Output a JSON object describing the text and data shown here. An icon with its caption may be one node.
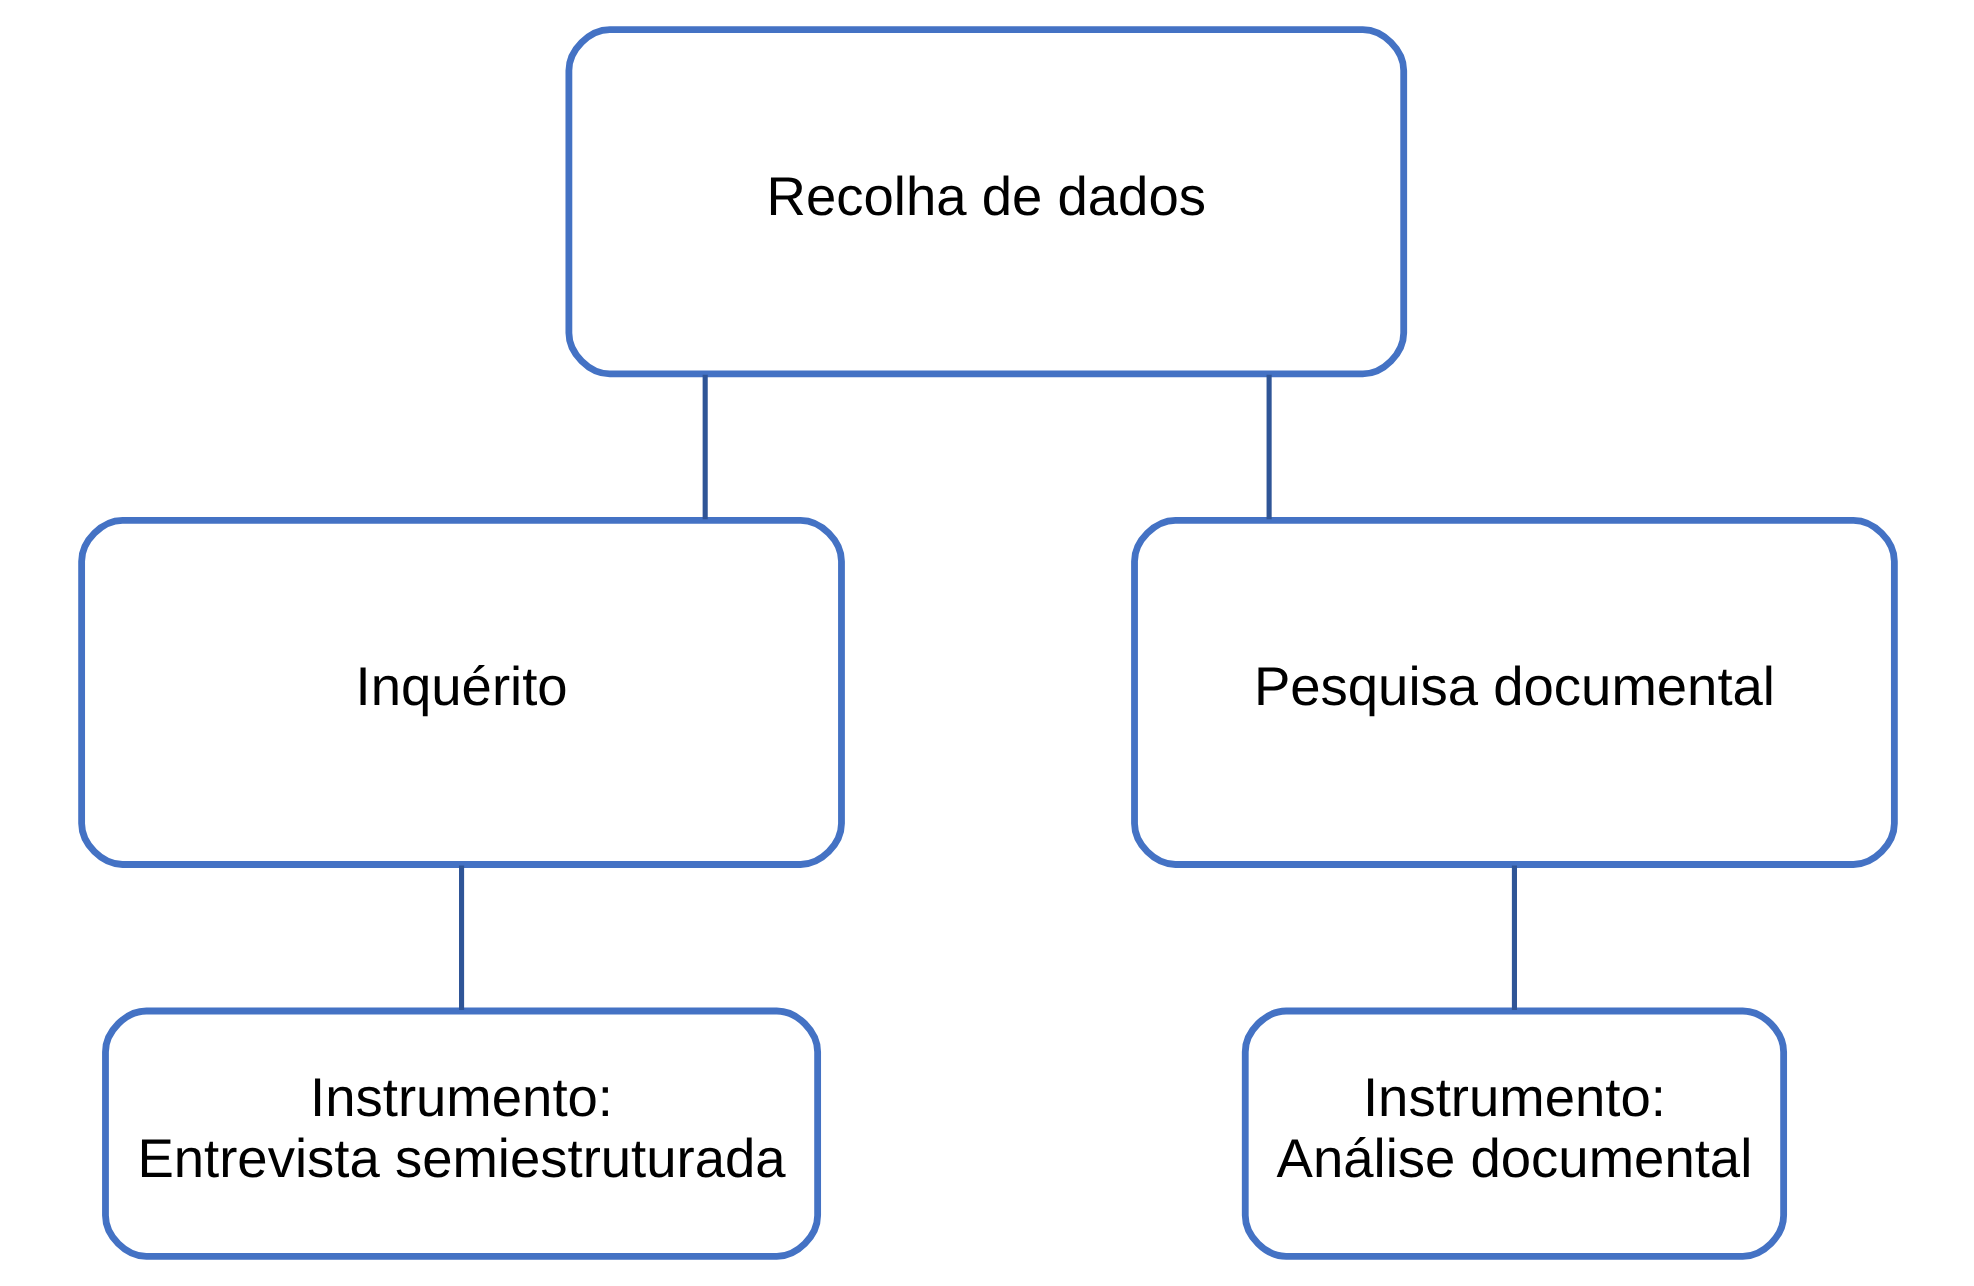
{
  "diagram": {
    "nodes": [
      {
        "text": [
          "Recolha de dados"
        ]
      },
      {
        "text": [
          "Inquérito"
        ]
      },
      {
        "text": [
          "Pesquisa documental"
        ]
      },
      {
        "text": [
          "Instrumento:",
          "Entrevista semiestruturada"
        ]
      },
      {
        "text": [
          "Instrumento:",
          "Análise documental"
        ]
      }
    ],
    "edges": [
      {
        "from": 0,
        "to": 1,
        "arrow": "none"
      },
      {
        "from": 0,
        "to": 2,
        "arrow": "none"
      },
      {
        "from": 1,
        "to": 3,
        "arrow": "none"
      },
      {
        "from": 2,
        "to": 4,
        "arrow": "none"
      }
    ]
  }
}
